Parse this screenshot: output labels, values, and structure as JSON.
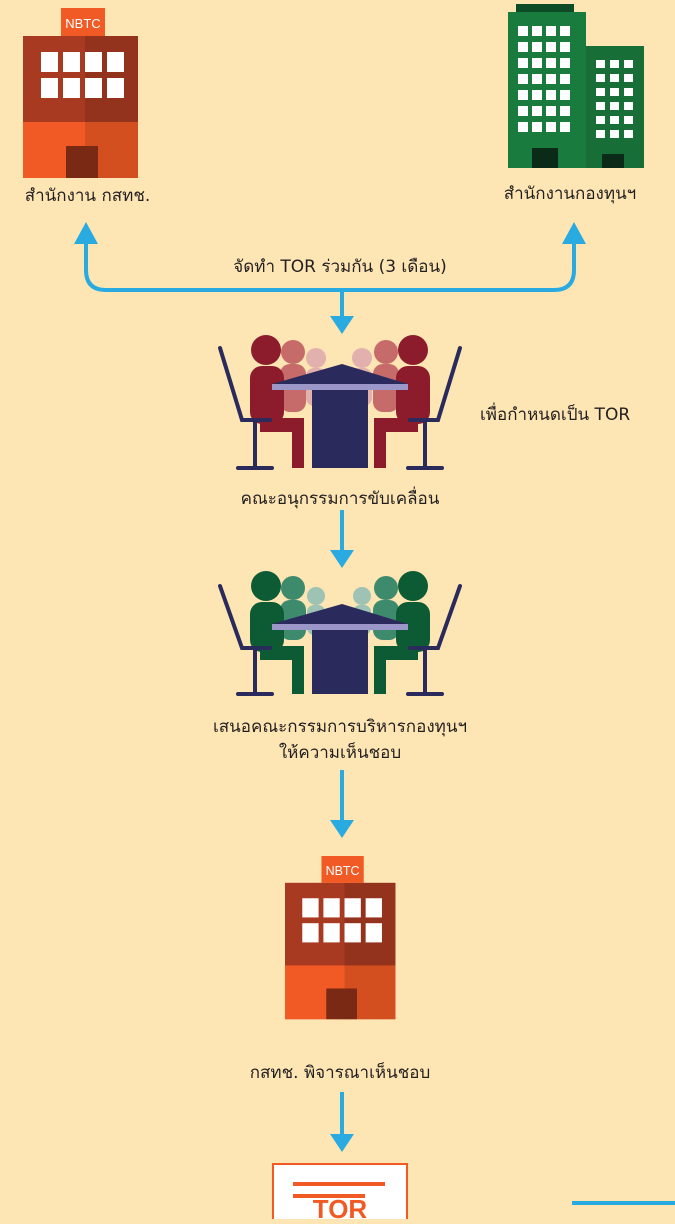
{
  "colors": {
    "background": "#fde6b4",
    "arrow": "#29abe2",
    "nbtc_building": "#c1452a",
    "nbtc_top": "#f15a24",
    "fund_building": "#1a7b3e",
    "committee_red": "#8c1c2c",
    "committee_green": "#0d5b34",
    "table": "#2b2a5c",
    "tor_accent": "#f15a24"
  },
  "labels": {
    "nbtc_office": "สำนักงาน กสทช.",
    "fund_office": "สำนักงานกองทุนฯ",
    "joint_tor": "จัดทำ TOR ร่วมกัน (3 เดือน)",
    "define_tor": "เพื่อกำหนดเป็น TOR",
    "steering_committee": "คณะอนุกรรมการขับเคลื่อน",
    "fund_board_line1": "เสนอคณะกรรมการบริหารกองทุนฯ",
    "fund_board_line2": "ให้ความเห็นชอบ",
    "nbtc_approve": "กสทช. พิจารณาเห็นชอบ"
  },
  "building_signs": {
    "nbtc_top": "NBTC",
    "nbtc_bottom": "NBTC"
  },
  "tor_document": {
    "label": "TOR"
  },
  "icons": {
    "nbtc_building": "office-building-icon",
    "fund_building": "skyscraper-icon",
    "meeting": "meeting-table-icon",
    "document": "document-icon"
  }
}
